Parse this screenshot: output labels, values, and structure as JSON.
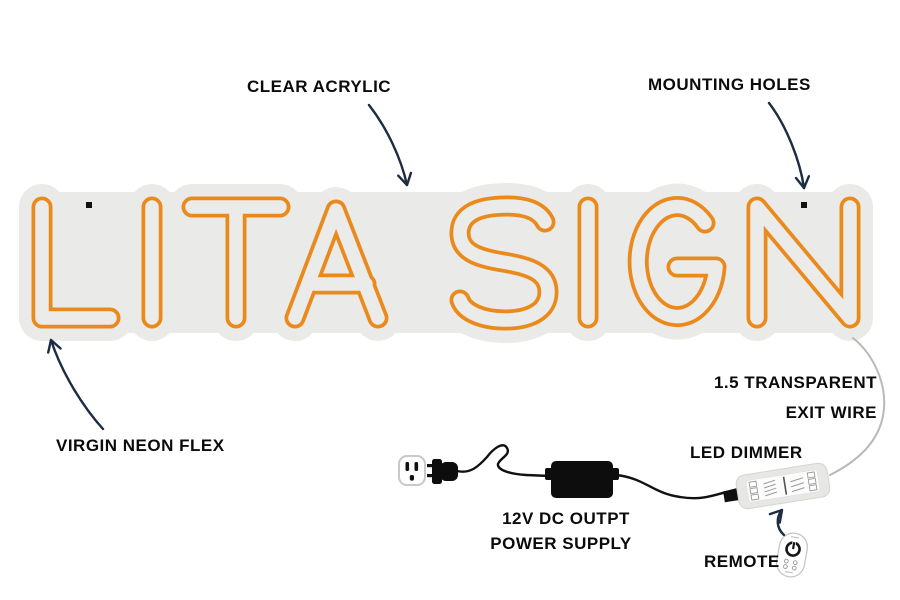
{
  "sign": {
    "text": "LITA SIGN"
  },
  "labels": {
    "clear_acrylic": "CLEAR ACRYLIC",
    "mounting_holes": "MOUNTING HOLES",
    "virgin_neon_flex": "VIRGIN NEON FLEX",
    "exit_wire_line1": "1.5 TRANSPARENT",
    "exit_wire_line2": "EXIT WIRE",
    "led_dimmer": "LED DIMMER",
    "power_supply_line1": "12V DC OUTPT",
    "power_supply_line2": "POWER SUPPLY",
    "remote": "REMOTE"
  },
  "colors": {
    "neon_tube": "#EB8A1C",
    "acrylic_backing": "#EAEAE8",
    "arrow": "#1E2C42",
    "label_text": "#0B0B0B",
    "transparent_wire": "#B9B9B7",
    "power_wire": "#111111"
  }
}
